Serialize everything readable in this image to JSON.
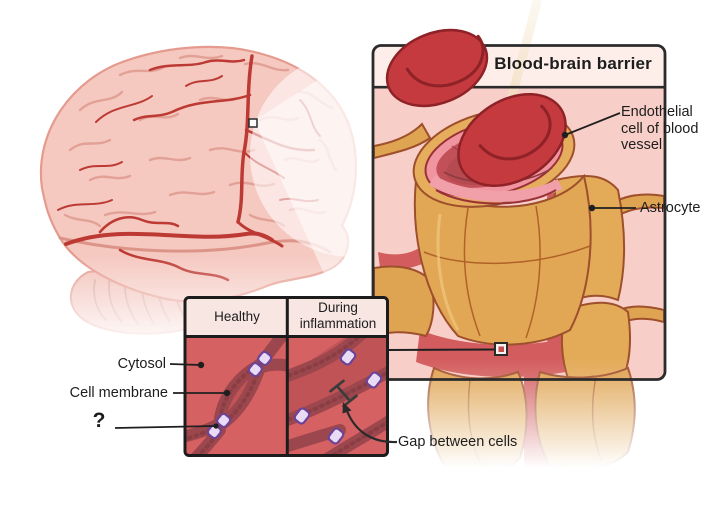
{
  "panel": {
    "title": "Blood-brain barrier",
    "labels": {
      "endothelial": "Endothelial cell of blood vessel",
      "astrocyte": "Astrocyte"
    }
  },
  "inset": {
    "columns": [
      {
        "label": "Healthy"
      },
      {
        "label": "During inflammation"
      }
    ],
    "labels": {
      "cytosol": "Cytosol",
      "cell_membrane": "Cell membrane",
      "unknown_marker": "?",
      "gap": "Gap between cells"
    }
  },
  "colors": {
    "panel_bg": "#f8cfc8",
    "panel_header_bg": "#fdeeea",
    "inset_header_bg": "#f8e6e3",
    "inset_cell_bg": "#d66163",
    "intercellular_gap": "#c05356",
    "membrane": "#9c474d",
    "tight_junction_fill": "#e9dbf6",
    "tight_junction_border": "#6b4397",
    "astrocyte": "#dfa452",
    "astrocyte_outline": "#9e4f2b",
    "red_blood_cell": "#c43a3f",
    "red_blood_cell_outline": "#8e2227",
    "endothelium": "#f0959f",
    "vessel_lumen": "#c25059",
    "brain": "#f5c8c0",
    "brain_outline": "#e59a8e",
    "brain_vessel": "#bd3a34",
    "outline": "#1f1f1f"
  }
}
